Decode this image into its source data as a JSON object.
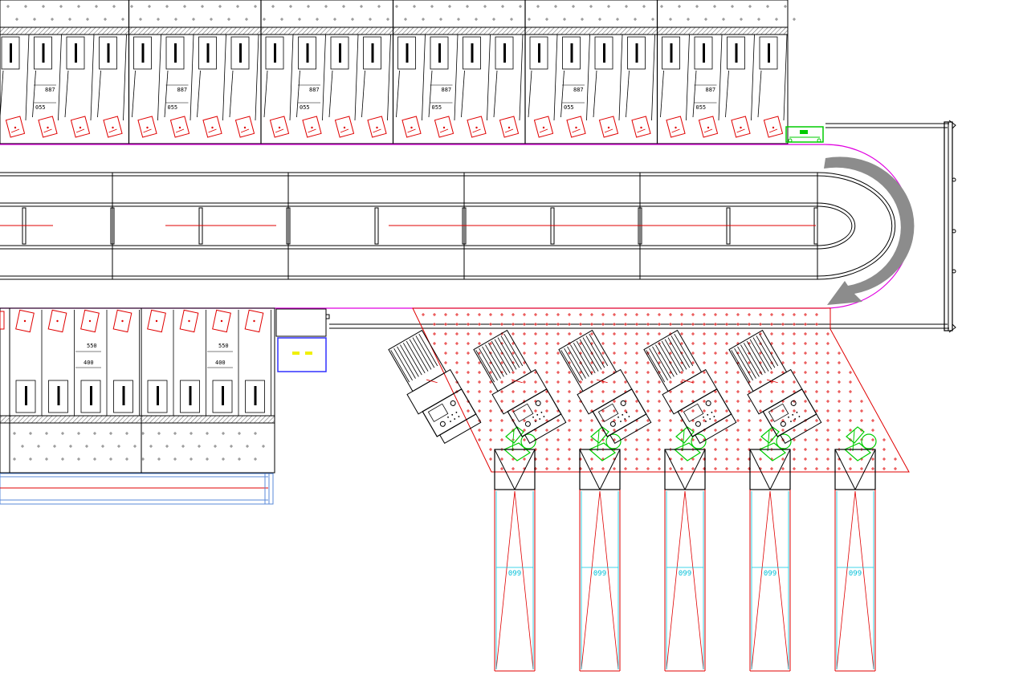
{
  "drawing": {
    "colors": {
      "line": "#000000",
      "red": "#e00000",
      "magenta": "#e000e0",
      "green": "#00cc00",
      "cyan": "#00c8e0",
      "blue": "#3030ff",
      "yellow": "#f0f000",
      "arrow": "#808080",
      "hatch": "#808080"
    },
    "top_row_labels": {
      "upper": "887",
      "lower": "055"
    },
    "bottom_row_labels": {
      "upper": "550",
      "lower": "400"
    },
    "outlet_label": "099"
  }
}
